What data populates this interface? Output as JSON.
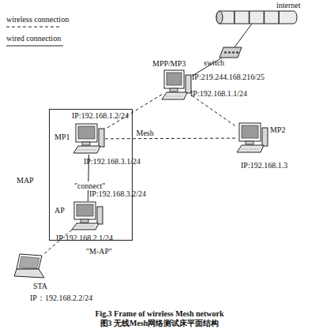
{
  "diagram": {
    "caption": "Fig.3 Frame of wireless Mesh network 图3 无线Mesh网络测试床平面结构",
    "nodes": [
      {
        "text": [
          "internet"
        ]
      },
      {
        "text": [
          "switch"
        ]
      },
      {
        "text": [
          "MPP/MP3",
          "IP:219.244.168.216/25",
          "IP:192.168.1.1/24"
        ]
      },
      {
        "text": [
          "MAP",
          "\"M-AP\""
        ]
      },
      {
        "text": [
          "IP:192.168.1.2/24",
          "MP1",
          "IP:192.168.3.1/24"
        ],
        "in": 3
      },
      {
        "text": [
          "MP2",
          "IP:192.168.1.3"
        ]
      },
      {
        "text": [
          "IP:192.168.3.2/24",
          "AP",
          "IP:192.168.2.1/24"
        ],
        "in": 3
      },
      {
        "text": [
          "STA",
          "IP：192.168.2.2/24"
        ]
      }
    ],
    "edges": [
      {
        "from": 0,
        "to": 1,
        "arrow": "none"
      },
      {
        "from": 1,
        "to": 2,
        "arrow": "none"
      },
      {
        "from": 2,
        "to": 4,
        "arrow": "none"
      },
      {
        "from": 2,
        "to": 5,
        "arrow": "none"
      },
      {
        "from": 4,
        "to": 5,
        "label": "Mesh",
        "arrow": "none"
      },
      {
        "from": 4,
        "to": 6,
        "label": "\"connect\"",
        "arrow": "none"
      },
      {
        "from": 6,
        "to": 7,
        "arrow": "none"
      }
    ],
    "legend": [
      {
        "text": "wireless connection"
      },
      {
        "text": "wired connection"
      }
    ]
  }
}
